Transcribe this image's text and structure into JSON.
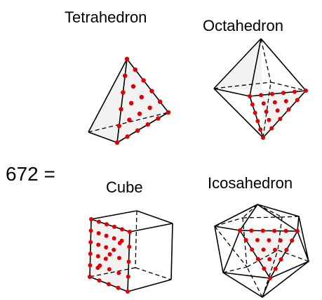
{
  "labels": {
    "tetrahedron": "Tetrahedron",
    "octahedron": "Octahedron",
    "cube": "Cube",
    "icosahedron": "Icosahedron",
    "equation": "672 ="
  },
  "colors": {
    "dot": "#e00000",
    "edge": "#000000",
    "background": "#ffffff"
  }
}
